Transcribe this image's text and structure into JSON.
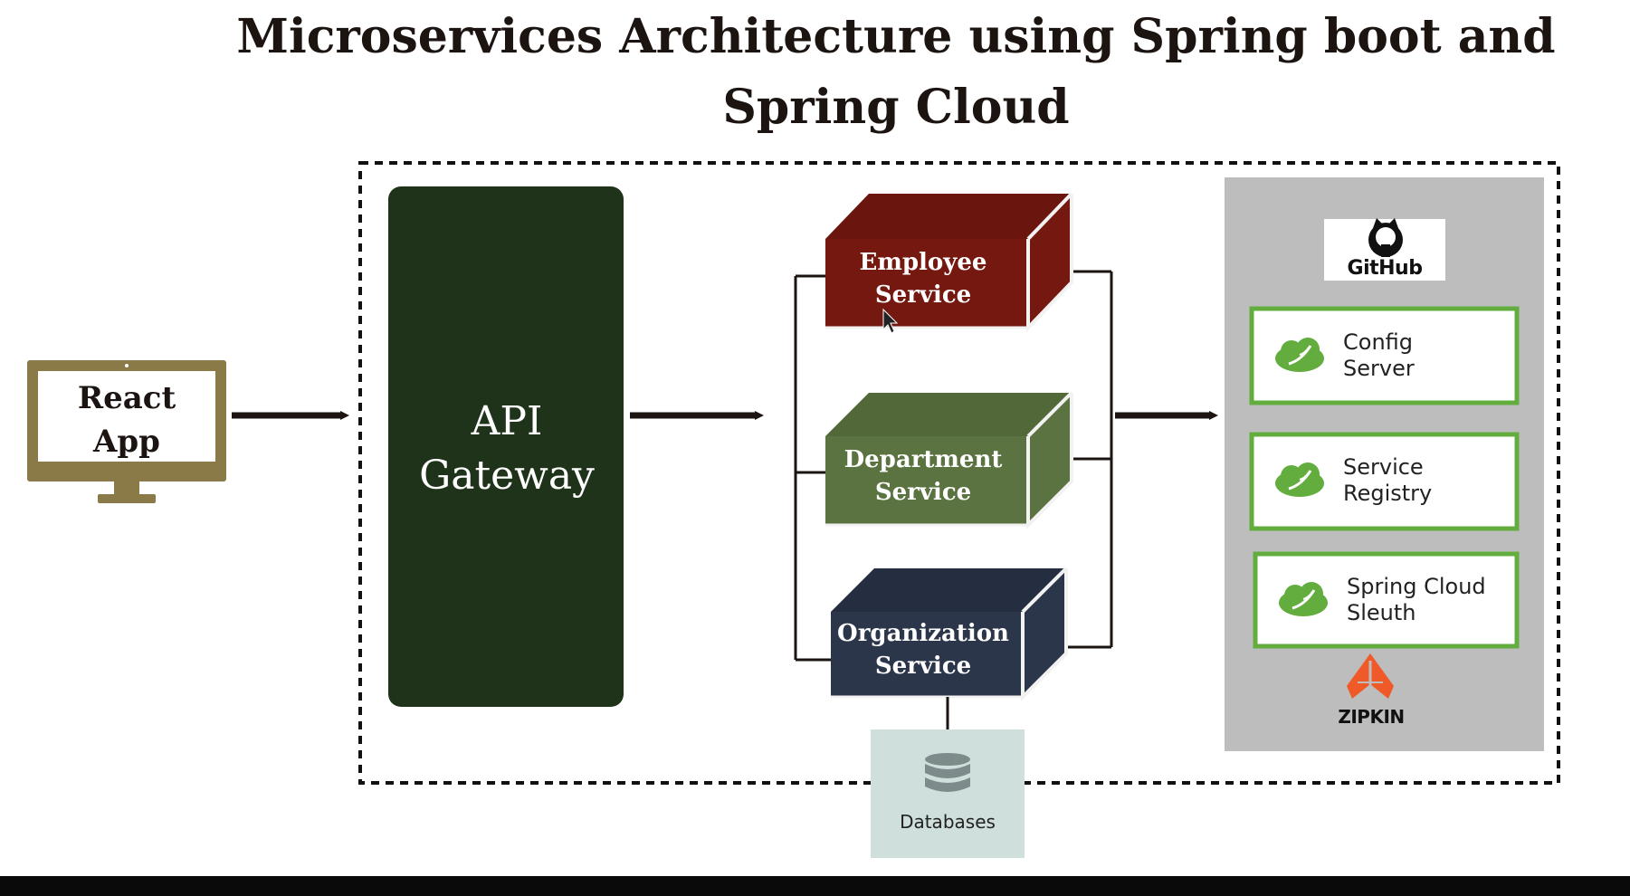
{
  "title": "Microservices Architecture using Spring boot and Spring Cloud",
  "client": {
    "label_line1": "React",
    "label_line2": "App"
  },
  "gateway": {
    "label_line1": "API",
    "label_line2": "Gateway"
  },
  "services": [
    {
      "line1": "Employee",
      "line2": "Service"
    },
    {
      "line1": "Department",
      "line2": "Service"
    },
    {
      "line1": "Organization",
      "line2": "Service"
    }
  ],
  "database": {
    "label": "Databases"
  },
  "github": {
    "label": "GitHub"
  },
  "spring_components": [
    {
      "line1": "Config",
      "line2": "Server"
    },
    {
      "line1": "Service",
      "line2": "Registry"
    },
    {
      "line1": "Spring Cloud",
      "line2": "Sleuth"
    }
  ],
  "zipkin": {
    "label": "ZIPKIN"
  },
  "colors": {
    "gateway": "#1f331a",
    "employee_service": "#751910",
    "department_service": "#5b7340",
    "organization_service": "#2c364a",
    "monitor": "#8a7a47",
    "spring_green": "#63ad3e",
    "zipkin_orange": "#f05a28",
    "panel_gray": "#bdbdbd",
    "database_bg": "#cfdfdb"
  }
}
